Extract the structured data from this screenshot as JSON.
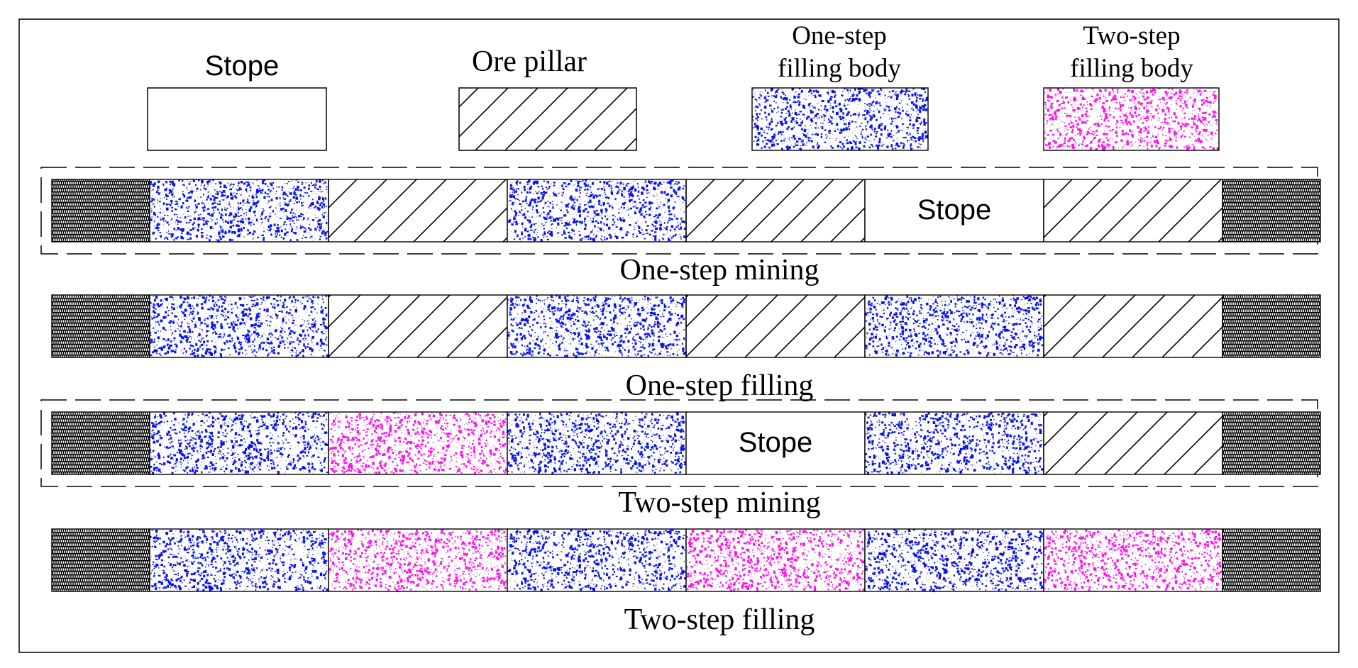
{
  "legend": {
    "stope": "Stope",
    "ore_pillar": "Ore pillar",
    "one_step_fill_line1": "One-step",
    "one_step_fill_line2": "filling body",
    "two_step_fill_line1": "Two-step",
    "two_step_fill_line2": "filling body"
  },
  "rows": [
    {
      "id": "one-step-mining",
      "caption": "One-step mining",
      "dashed_frame": true,
      "cells": [
        "fill1",
        "pillar",
        "fill1",
        "pillar",
        "stope",
        "pillar"
      ],
      "stope_label": "Stope"
    },
    {
      "id": "one-step-filling",
      "caption": "One-step filling",
      "dashed_frame": false,
      "cells": [
        "fill1",
        "pillar",
        "fill1",
        "pillar",
        "fill1",
        "pillar"
      ],
      "stope_label": ""
    },
    {
      "id": "two-step-mining",
      "caption": "Two-step mining",
      "dashed_frame": true,
      "cells": [
        "fill1",
        "fill2",
        "fill1",
        "stope",
        "fill1",
        "pillar"
      ],
      "stope_label": "Stope"
    },
    {
      "id": "two-step-filling",
      "caption": "Two-step filling",
      "dashed_frame": false,
      "cells": [
        "fill1",
        "fill2",
        "fill1",
        "fill2",
        "fill1",
        "fill2"
      ],
      "stope_label": ""
    }
  ],
  "colors": {
    "one_step_fill_dots": "#0a14e6",
    "two_step_fill_dots": "#ff14e6",
    "line": "#000000"
  }
}
